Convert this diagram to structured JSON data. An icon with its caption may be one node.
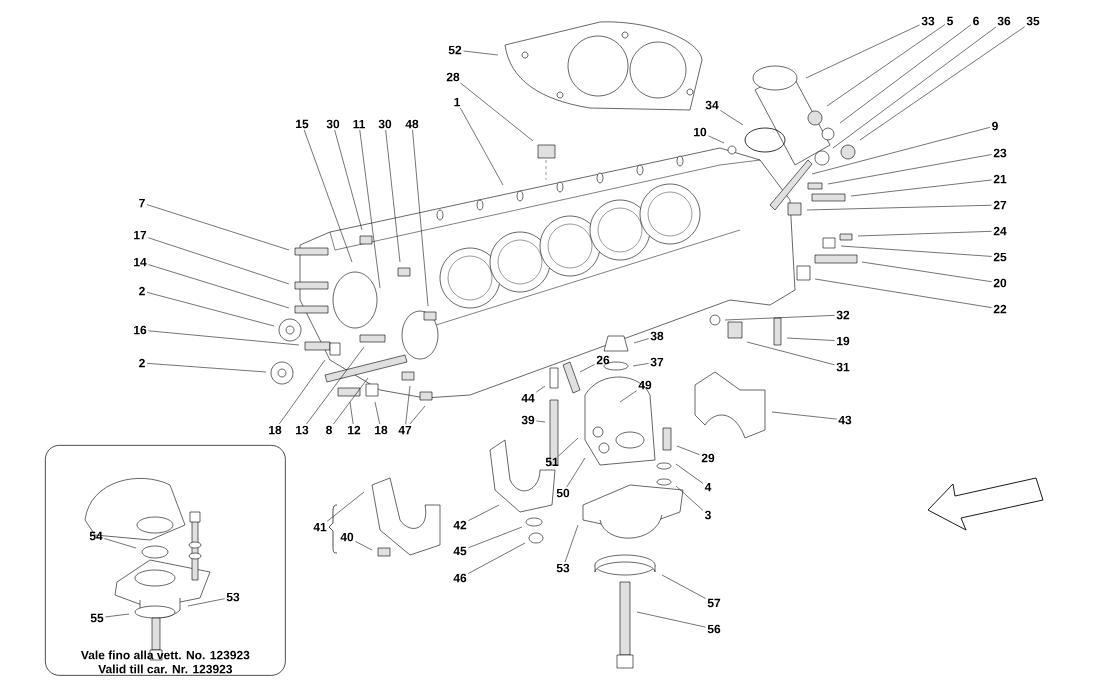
{
  "diagram": {
    "nodes": [
      {
        "text": [
          "52"
        ]
      },
      {
        "text": [
          "28"
        ]
      },
      {
        "text": [
          "1"
        ]
      },
      {
        "text": [
          "15"
        ]
      },
      {
        "text": [
          "30"
        ]
      },
      {
        "text": [
          "11"
        ]
      },
      {
        "text": [
          "30"
        ]
      },
      {
        "text": [
          "48"
        ]
      },
      {
        "text": [
          "7"
        ]
      },
      {
        "text": [
          "17"
        ]
      },
      {
        "text": [
          "14"
        ]
      },
      {
        "text": [
          "2"
        ]
      },
      {
        "text": [
          "16"
        ]
      },
      {
        "text": [
          "2"
        ]
      },
      {
        "text": [
          "18"
        ]
      },
      {
        "text": [
          "13"
        ]
      },
      {
        "text": [
          "8"
        ]
      },
      {
        "text": [
          "12"
        ]
      },
      {
        "text": [
          "18"
        ]
      },
      {
        "text": [
          "47"
        ]
      },
      {
        "text": [
          "33"
        ]
      },
      {
        "text": [
          "5"
        ]
      },
      {
        "text": [
          "6"
        ]
      },
      {
        "text": [
          "36"
        ]
      },
      {
        "text": [
          "35"
        ]
      },
      {
        "text": [
          "34"
        ]
      },
      {
        "text": [
          "10"
        ]
      },
      {
        "text": [
          "9"
        ]
      },
      {
        "text": [
          "23"
        ]
      },
      {
        "text": [
          "21"
        ]
      },
      {
        "text": [
          "27"
        ]
      },
      {
        "text": [
          "24"
        ]
      },
      {
        "text": [
          "25"
        ]
      },
      {
        "text": [
          "20"
        ]
      },
      {
        "text": [
          "22"
        ]
      },
      {
        "text": [
          "32"
        ]
      },
      {
        "text": [
          "19"
        ]
      },
      {
        "text": [
          "31"
        ]
      },
      {
        "text": [
          "38"
        ]
      },
      {
        "text": [
          "26"
        ]
      },
      {
        "text": [
          "37"
        ]
      },
      {
        "text": [
          "44"
        ]
      },
      {
        "text": [
          "49"
        ]
      },
      {
        "text": [
          "39"
        ]
      },
      {
        "text": [
          "43"
        ]
      },
      {
        "text": [
          "51"
        ]
      },
      {
        "text": [
          "50"
        ]
      },
      {
        "text": [
          "29"
        ]
      },
      {
        "text": [
          "4"
        ]
      },
      {
        "text": [
          "3"
        ]
      },
      {
        "text": [
          "42"
        ]
      },
      {
        "text": [
          "45"
        ]
      },
      {
        "text": [
          "46"
        ]
      },
      {
        "text": [
          "53"
        ]
      },
      {
        "text": [
          "57"
        ]
      },
      {
        "text": [
          "56"
        ]
      },
      {
        "text": [
          "41"
        ]
      },
      {
        "text": [
          "40"
        ]
      },
      {
        "text": [
          "Vale fino alla vett. No. 123923",
          "Valid till car. Nr. 123923"
        ]
      },
      {
        "text": [
          "54"
        ],
        "in": 58
      },
      {
        "text": [
          "53"
        ],
        "in": 58
      },
      {
        "text": [
          "55"
        ],
        "in": 58
      }
    ],
    "edges": [
      {
        "from": 0,
        "to": null,
        "arrow": "none"
      },
      {
        "from": 1,
        "to": null,
        "arrow": "none"
      },
      {
        "from": 2,
        "to": null,
        "arrow": "none"
      },
      {
        "from": 3,
        "to": null,
        "arrow": "none"
      },
      {
        "from": 4,
        "to": null,
        "arrow": "none"
      },
      {
        "from": 5,
        "to": null,
        "arrow": "none"
      },
      {
        "from": 6,
        "to": null,
        "arrow": "none"
      },
      {
        "from": 7,
        "to": null,
        "arrow": "none"
      },
      {
        "from": 8,
        "to": null,
        "arrow": "none"
      },
      {
        "from": 9,
        "to": null,
        "arrow": "none"
      },
      {
        "from": 10,
        "to": null,
        "arrow": "none"
      },
      {
        "from": 11,
        "to": null,
        "arrow": "none"
      },
      {
        "from": 12,
        "to": null,
        "arrow": "none"
      },
      {
        "from": 13,
        "to": null,
        "arrow": "none"
      },
      {
        "from": 14,
        "to": null,
        "arrow": "none"
      },
      {
        "from": 15,
        "to": null,
        "arrow": "none"
      },
      {
        "from": 16,
        "to": null,
        "arrow": "none"
      },
      {
        "from": 17,
        "to": null,
        "arrow": "none"
      },
      {
        "from": 18,
        "to": null,
        "arrow": "none"
      },
      {
        "from": 19,
        "to": null,
        "arrow": "none"
      },
      {
        "from": 19,
        "to": null,
        "arrow": "none"
      },
      {
        "from": 20,
        "to": null,
        "arrow": "none"
      },
      {
        "from": 21,
        "to": null,
        "arrow": "none"
      },
      {
        "from": 22,
        "to": null,
        "arrow": "none"
      },
      {
        "from": 23,
        "to": null,
        "arrow": "none"
      },
      {
        "from": 24,
        "to": null,
        "arrow": "none"
      },
      {
        "from": 25,
        "to": null,
        "arrow": "none"
      },
      {
        "from": 26,
        "to": null,
        "arrow": "none"
      },
      {
        "from": 27,
        "to": null,
        "arrow": "none"
      },
      {
        "from": 28,
        "to": null,
        "arrow": "none"
      },
      {
        "from": 29,
        "to": null,
        "arrow": "none"
      },
      {
        "from": 30,
        "to": null,
        "arrow": "none"
      },
      {
        "from": 31,
        "to": null,
        "arrow": "none"
      },
      {
        "from": 32,
        "to": null,
        "arrow": "none"
      },
      {
        "from": 33,
        "to": null,
        "arrow": "none"
      },
      {
        "from": 34,
        "to": null,
        "arrow": "none"
      },
      {
        "from": 35,
        "to": null,
        "arrow": "none"
      },
      {
        "from": 36,
        "to": null,
        "arrow": "none"
      },
      {
        "from": 37,
        "to": null,
        "arrow": "none"
      },
      {
        "from": 38,
        "to": null,
        "arrow": "none"
      },
      {
        "from": 39,
        "to": null,
        "arrow": "none"
      },
      {
        "from": 40,
        "to": null,
        "arrow": "none"
      },
      {
        "from": 41,
        "to": null,
        "arrow": "none"
      },
      {
        "from": 42,
        "to": null,
        "arrow": "none"
      },
      {
        "from": 43,
        "to": null,
        "arrow": "none"
      },
      {
        "from": 44,
        "to": null,
        "arrow": "none"
      },
      {
        "from": 45,
        "to": null,
        "arrow": "none"
      },
      {
        "from": 46,
        "to": null,
        "arrow": "none"
      },
      {
        "from": 47,
        "to": null,
        "arrow": "none"
      },
      {
        "from": 48,
        "to": null,
        "arrow": "none"
      },
      {
        "from": 49,
        "to": null,
        "arrow": "none"
      },
      {
        "from": 50,
        "to": null,
        "arrow": "none"
      },
      {
        "from": 51,
        "to": null,
        "arrow": "none"
      },
      {
        "from": 52,
        "to": null,
        "arrow": "none"
      },
      {
        "from": 53,
        "to": null,
        "arrow": "none"
      },
      {
        "from": 54,
        "to": null,
        "arrow": "none"
      },
      {
        "from": 55,
        "to": null,
        "arrow": "none"
      },
      {
        "from": 56,
        "to": null,
        "arrow": "none"
      },
      {
        "from": 57,
        "to": null,
        "arrow": "none"
      },
      {
        "from": 59,
        "to": null,
        "arrow": "none"
      },
      {
        "from": 60,
        "to": null,
        "arrow": "none"
      },
      {
        "from": 61,
        "to": null,
        "arrow": "none"
      }
    ]
  }
}
